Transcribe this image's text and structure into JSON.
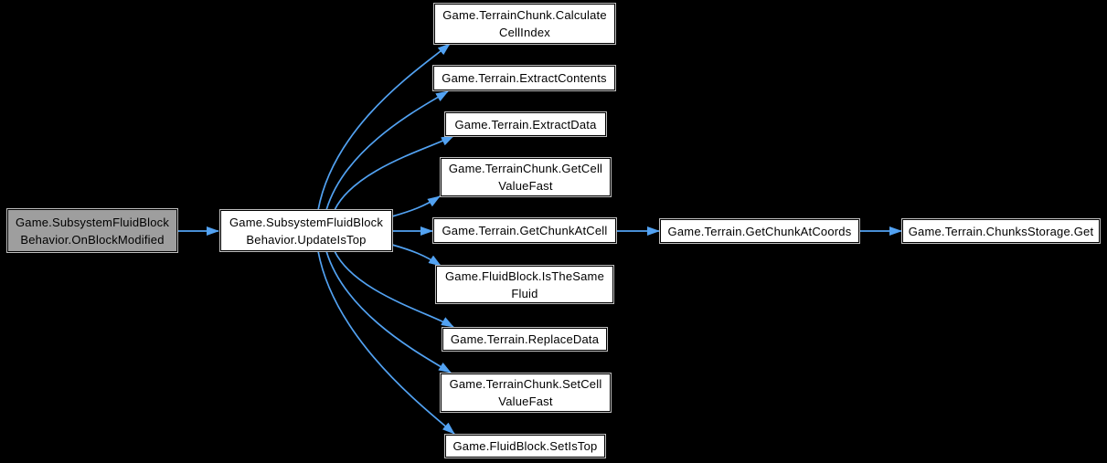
{
  "diagram": {
    "type": "call-graph",
    "colors": {
      "background": "#000000",
      "edge": "#52a2f2",
      "node_fill": "#ffffff",
      "node_border": "#000000",
      "node_outline": "#bfbfbf",
      "highlight_fill": "#9e9e9e",
      "text": "#000000"
    },
    "nodes": [
      {
        "id": "onblockmodified",
        "label": "Game.SubsystemFluidBlock\nBehavior.OnBlockModified",
        "highlighted": true
      },
      {
        "id": "updateistop",
        "label": "Game.SubsystemFluidBlock\nBehavior.UpdateIsTop",
        "highlighted": false
      },
      {
        "id": "calculatecellindex",
        "label": "Game.TerrainChunk.Calculate\nCellIndex",
        "highlighted": false
      },
      {
        "id": "extractcontents",
        "label": "Game.Terrain.ExtractContents",
        "highlighted": false
      },
      {
        "id": "extractdata",
        "label": "Game.Terrain.ExtractData",
        "highlighted": false
      },
      {
        "id": "getcellvaluefast",
        "label": "Game.TerrainChunk.GetCell\nValueFast",
        "highlighted": false
      },
      {
        "id": "getchunkatcell",
        "label": "Game.Terrain.GetChunkAtCell",
        "highlighted": false
      },
      {
        "id": "isthesamefluid",
        "label": "Game.FluidBlock.IsTheSame\nFluid",
        "highlighted": false
      },
      {
        "id": "replacedata",
        "label": "Game.Terrain.ReplaceData",
        "highlighted": false
      },
      {
        "id": "setcellvaluefast",
        "label": "Game.TerrainChunk.SetCell\nValueFast",
        "highlighted": false
      },
      {
        "id": "setistop",
        "label": "Game.FluidBlock.SetIsTop",
        "highlighted": false
      },
      {
        "id": "getchunkatcoords",
        "label": "Game.Terrain.GetChunkAtCoords",
        "highlighted": false
      },
      {
        "id": "chunksstorageget",
        "label": "Game.Terrain.ChunksStorage.Get",
        "highlighted": false
      }
    ],
    "edges": [
      {
        "from": "onblockmodified",
        "to": "updateistop"
      },
      {
        "from": "updateistop",
        "to": "calculatecellindex"
      },
      {
        "from": "updateistop",
        "to": "extractcontents"
      },
      {
        "from": "updateistop",
        "to": "extractdata"
      },
      {
        "from": "updateistop",
        "to": "getcellvaluefast"
      },
      {
        "from": "updateistop",
        "to": "getchunkatcell"
      },
      {
        "from": "updateistop",
        "to": "isthesamefluid"
      },
      {
        "from": "updateistop",
        "to": "replacedata"
      },
      {
        "from": "updateistop",
        "to": "setcellvaluefast"
      },
      {
        "from": "updateistop",
        "to": "setistop"
      },
      {
        "from": "getchunkatcell",
        "to": "getchunkatcoords"
      },
      {
        "from": "getchunkatcoords",
        "to": "chunksstorageget"
      }
    ]
  }
}
